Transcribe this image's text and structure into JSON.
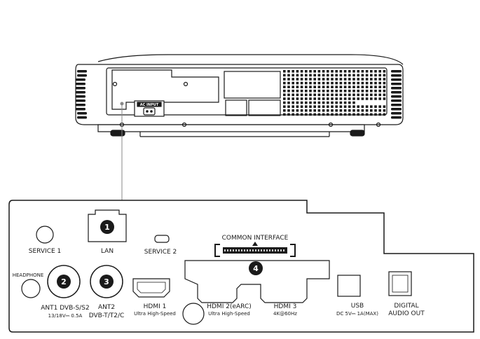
{
  "device_labels": {
    "ac_input": "AC INPUT",
    "common_interface": "COMMON INTERFACE"
  },
  "ports": {
    "service1": "SERVICE 1",
    "lan": "LAN",
    "service2": "SERVICE 2",
    "headphone": "HEADPHONE",
    "ant1": "ANT1 DVB-S/S2",
    "ant1_spec": "13/18V⎓ 0.5A",
    "ant2_line1": "ANT2",
    "ant2_line2": "DVB-T/T2/C",
    "hdmi1": "HDMI 1",
    "hdmi1_spec": "Ultra High-Speed",
    "hdmi2": "HDMI 2(eARC)",
    "hdmi2_spec": "Ultra High-Speed",
    "hdmi3": "HDMI 3",
    "hdmi3_spec": "4K@60Hz",
    "usb": "USB",
    "usb_spec": "DC 5V⎓ 1A(MAX)",
    "digital_audio_line1": "DIGITAL",
    "digital_audio_line2": "AUDIO OUT"
  },
  "callouts": {
    "c1": "1",
    "c2": "2",
    "c3": "3",
    "c4": "4"
  }
}
